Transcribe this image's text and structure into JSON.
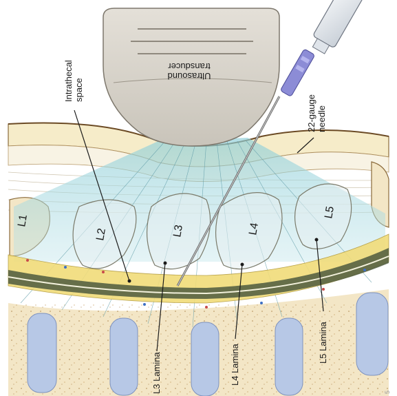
{
  "labels": {
    "transducer_line1": "Ultrasound",
    "transducer_line2": "transducer",
    "intrathecal_line1": "Intrathecal",
    "intrathecal_line2": "space",
    "needle_line1": "22-gauge",
    "needle_line2": "needle",
    "l1": "L1",
    "l2": "L2",
    "l3": "L3",
    "l4": "L4",
    "l5": "L5",
    "l3_lamina": "L3 Lamina",
    "l4_lamina": "L4 Lamina",
    "l5_lamina": "L5 Lamina",
    "corner_mark": "5"
  },
  "colors": {
    "skin": "#f6ecc9",
    "bone": "#f3e6c6",
    "beam": "#9fd3dc",
    "transducer": "#dad6ce",
    "dura": "#4e5a3e",
    "disc": "#b7c8e6",
    "needle_hub": "#8c8cd6"
  }
}
